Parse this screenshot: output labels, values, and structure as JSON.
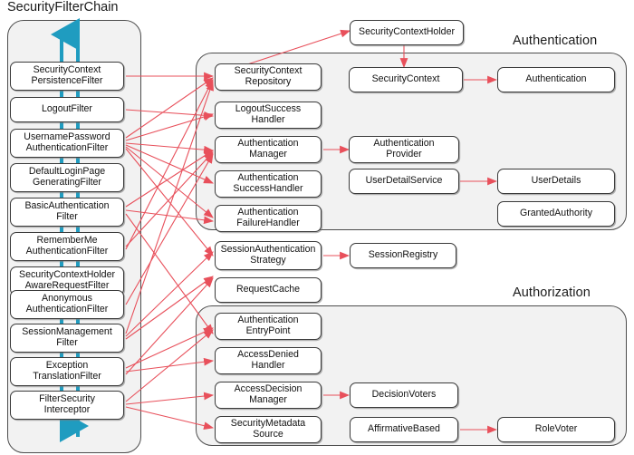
{
  "diagram": {
    "title": "SecurityFilterChain",
    "colors": {
      "edge": "#e8505b",
      "flow_arrow": "#1f9cc0",
      "group_fill": "#f2f2f2",
      "group_stroke": "#4d4d4d",
      "node_fill": "#ffffff",
      "node_stroke": "#3a3a3a",
      "text": "#111111"
    }
  },
  "filter_chain": {
    "title": "SecurityFilterChain",
    "flow_down_arrow": "down-arrow",
    "flow_up_arrow": "up-arrow",
    "filters": [
      {
        "label": "SecurityContext\nPersistenceFilter"
      },
      {
        "label": "LogoutFilter"
      },
      {
        "label": "UsernamePassword\nAuthenticationFilter"
      },
      {
        "label": "DefaultLoginPage\nGeneratingFilter"
      },
      {
        "label": "BasicAuthentication\nFilter"
      },
      {
        "label": "RememberMe\nAuthenticationFilter"
      },
      {
        "label": "SecurityContextHolder\nAwareRequestFilter"
      },
      {
        "label": "Anonymous\nAuthenticationFilter"
      },
      {
        "label": "SessionManagement\nFilter"
      },
      {
        "label": "Exception\nTranslationFilter"
      },
      {
        "label": "FilterSecurity\nInterceptor"
      }
    ]
  },
  "authentication_group": {
    "title": "Authentication",
    "nodes": [
      {
        "label": "SecurityContext\nRepository"
      },
      {
        "label": "LogoutSuccess\nHandler"
      },
      {
        "label": "Authentication\nManager"
      },
      {
        "label": "Authentication\nSuccessHandler"
      },
      {
        "label": "Authentication\nFailureHandler"
      },
      {
        "label": "SecurityContext"
      },
      {
        "label": "Authentication"
      },
      {
        "label": "Authentication\nProvider"
      },
      {
        "label": "UserDetailService"
      },
      {
        "label": "UserDetails"
      },
      {
        "label": "GrantedAuthority"
      }
    ]
  },
  "authorization_group": {
    "title": "Authorization",
    "nodes": [
      {
        "label": "Authentication\nEntryPoint"
      },
      {
        "label": "AccessDenied\nHandler"
      },
      {
        "label": "AccessDecision\nManager"
      },
      {
        "label": "SecurityMetadata\nSource"
      },
      {
        "label": "DecisionVoters"
      },
      {
        "label": "AffirmativeBased"
      },
      {
        "label": "RoleVoter"
      }
    ]
  },
  "ungrouped_nodes": [
    {
      "label": "SecurityContextHolder"
    },
    {
      "label": "SessionAuthentication\nStrategy"
    },
    {
      "label": "RequestCache"
    },
    {
      "label": "SessionRegistry"
    }
  ]
}
